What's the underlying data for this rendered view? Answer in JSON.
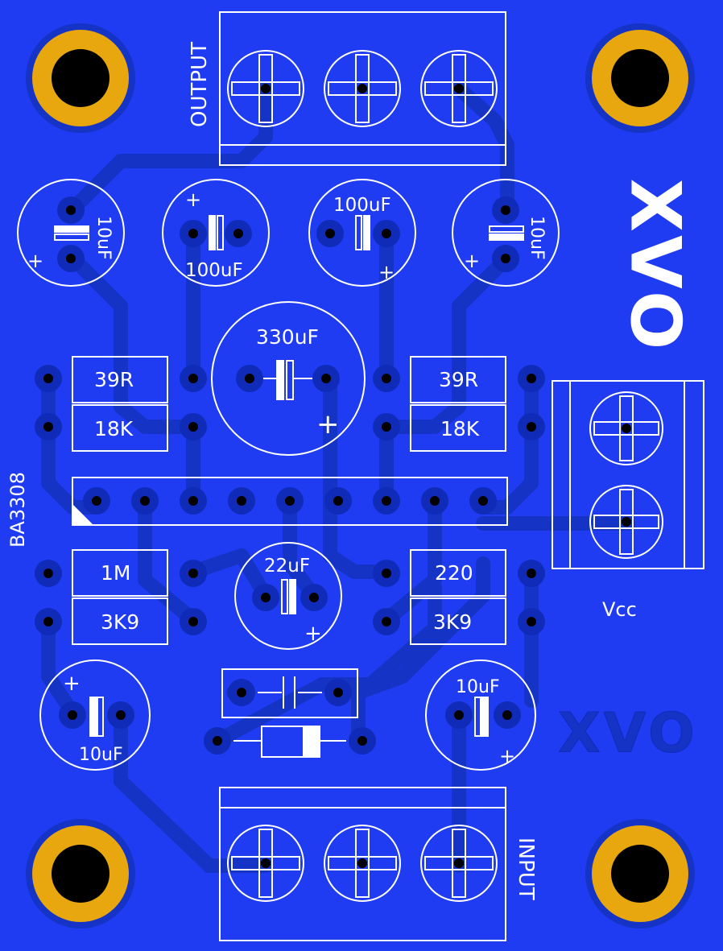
{
  "board": {
    "colors": {
      "board": "#1f3cf2",
      "copper": "#1533c4",
      "pad": "#0f2bb8",
      "silkscreen": "#ffffff",
      "drill": "#000000",
      "mounting_ring": "#e8a70e"
    }
  },
  "terminals": {
    "output_label": "OUTPUT",
    "input_label": "INPUT",
    "vcc_label": "Vcc"
  },
  "ic_label": "BA3308",
  "logo_text": "XVO",
  "capacitors": {
    "c_out_left": "10uF",
    "c_out_mid_left": "100uF",
    "c_out_mid_right": "100uF",
    "c_out_right": "10uF",
    "c_center": "330uF",
    "c_feedback": "22uF",
    "c_in_left": "10uF",
    "c_in_right": "10uF"
  },
  "resistors": {
    "r_top_left": "39R",
    "r_second_left": "18K",
    "r_top_right": "39R",
    "r_second_right": "18K",
    "r_bottom_left_1": "1M",
    "r_bottom_left_2": "3K9",
    "r_bottom_right_1": "220",
    "r_bottom_right_2": "3K9"
  },
  "polarity_mark": "+"
}
